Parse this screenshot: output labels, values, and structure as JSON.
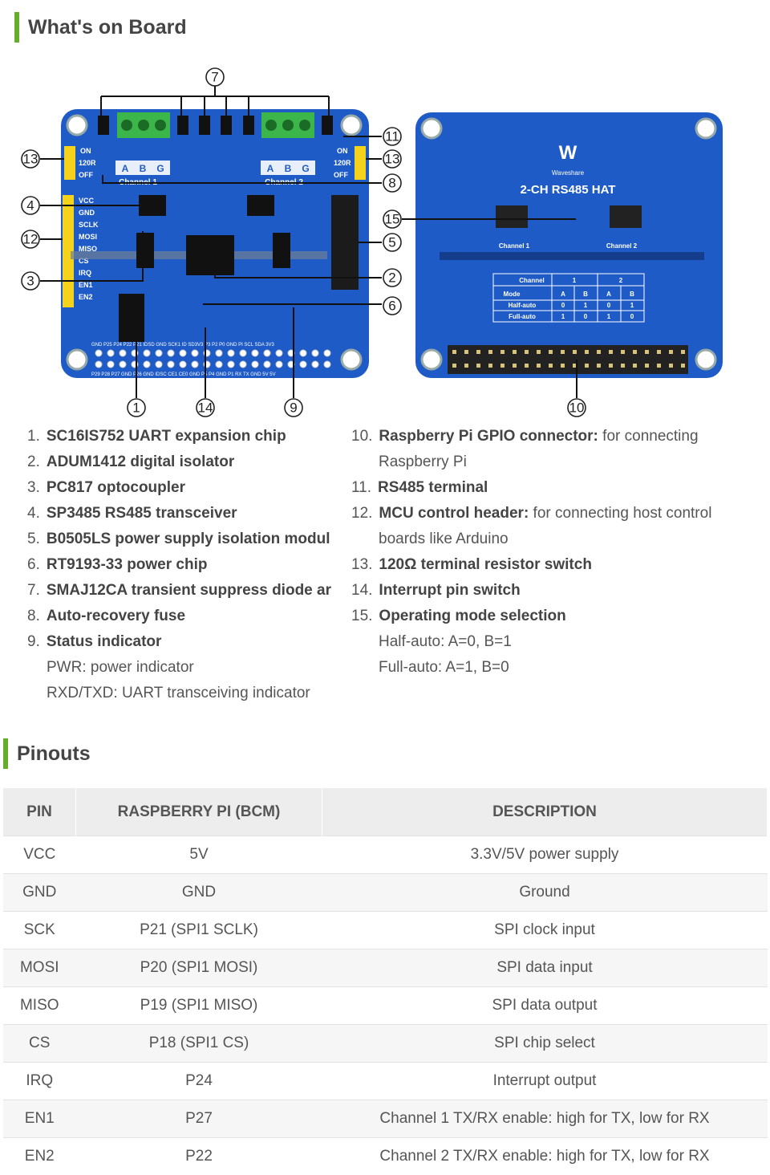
{
  "sections": {
    "board": "What's on Board",
    "pinouts": "Pinouts"
  },
  "board_labels": {
    "on_left": "ON",
    "r_left": "120R",
    "off_left": "OFF",
    "on_right": "ON",
    "r_right": "120R",
    "off_right": "OFF",
    "channel1": "Channel 1",
    "channel2": "Channel 2",
    "abg": [
      "A",
      "B",
      "G"
    ],
    "header_pins": [
      "VCC",
      "GND",
      "SCLK",
      "MOSI",
      "MISO",
      "CS",
      "IRQ",
      "EN1",
      "EN2"
    ],
    "gpio_top": "GND P25 P24 P22 P21 IDSD GND SCK1 ID SD3V3 P3 P2 P0 GND PI SCL SDA 3V3",
    "gpio_bottom": "P29 P28 P27 GND P26 GND IDSC CE1 CE0 GND P5 P4 GND P1 RX TX GND 5V 5V",
    "brand": "Waveshare",
    "hat_title": "2-CH RS485 HAT",
    "back_ch1": "Channel 1",
    "back_ch2": "Channel 2",
    "mode_table": {
      "header": [
        "Channel",
        "1",
        "2"
      ],
      "mode": "Mode",
      "sub": [
        "A",
        "B",
        "A",
        "B"
      ],
      "rows": [
        {
          "label": "Half-auto",
          "vals": [
            "0",
            "1",
            "0",
            "1"
          ]
        },
        {
          "label": "Full-auto",
          "vals": [
            "1",
            "0",
            "1",
            "0"
          ]
        }
      ]
    }
  },
  "callouts": [
    "1",
    "2",
    "3",
    "4",
    "5",
    "6",
    "7",
    "8",
    "9",
    "10",
    "11",
    "12",
    "13",
    "13",
    "14",
    "15"
  ],
  "items_left": [
    {
      "num": "1.",
      "bold": "SC16IS752 UART expansion chip",
      "rest": ""
    },
    {
      "num": "2.",
      "bold": "ADUM1412 digital isolator",
      "rest": ""
    },
    {
      "num": "3.",
      "bold": "PC817 optocoupler",
      "rest": ""
    },
    {
      "num": "4.",
      "bold": "SP3485 RS485 transceiver",
      "rest": ""
    },
    {
      "num": "5.",
      "bold": "B0505LS power supply isolation modul",
      "rest": ""
    },
    {
      "num": "6.",
      "bold": "RT9193-33 power chip",
      "rest": ""
    },
    {
      "num": "7.",
      "bold": "SMAJ12CA transient suppress diode ar",
      "rest": ""
    },
    {
      "num": "8.",
      "bold": "Auto-recovery fuse",
      "rest": ""
    },
    {
      "num": "9.",
      "bold": "Status indicator",
      "rest": ""
    }
  ],
  "items_left_sub": [
    "PWR: power indicator",
    "RXD/TXD: UART transceiving indicator"
  ],
  "items_right": [
    {
      "num": "10.",
      "bold": "Raspberry Pi GPIO connector:",
      "rest": " for connecting",
      "cont": "Raspberry Pi"
    },
    {
      "num": "11.",
      "bold": "RS485 terminal",
      "rest": "",
      "cont": ""
    },
    {
      "num": "12.",
      "bold": "MCU control header:",
      "rest": " for connecting host control",
      "cont": "boards like Arduino"
    },
    {
      "num": "13.",
      "bold": "120Ω terminal resistor switch",
      "rest": "",
      "cont": ""
    },
    {
      "num": "14.",
      "bold": "Interrupt pin switch",
      "rest": "",
      "cont": ""
    },
    {
      "num": "15.",
      "bold": "Operating mode selection",
      "rest": "",
      "cont": ""
    }
  ],
  "items_right_sub": [
    "Half-auto: A=0, B=1",
    "Full-auto: A=1, B=0"
  ],
  "table": {
    "headers": [
      "PIN",
      "RASPBERRY PI (BCM)",
      "DESCRIPTION"
    ],
    "rows": [
      [
        "VCC",
        "5V",
        "3.3V/5V power supply"
      ],
      [
        "GND",
        "GND",
        "Ground"
      ],
      [
        "SCK",
        "P21 (SPI1 SCLK)",
        "SPI clock input"
      ],
      [
        "MOSI",
        "P20 (SPI1 MOSI)",
        "SPI data input"
      ],
      [
        "MISO",
        "P19 (SPI1 MISO)",
        "SPI data output"
      ],
      [
        "CS",
        "P18 (SPI1 CS)",
        "SPI chip select"
      ],
      [
        "IRQ",
        "P24",
        "Interrupt output"
      ],
      [
        "EN1",
        "P27",
        "Channel 1 TX/RX enable: high for TX, low for RX"
      ],
      [
        "EN2",
        "P22",
        "Channel 2 TX/RX enable: high for TX, low for RX"
      ]
    ]
  },
  "colors": {
    "accent": "#66ad2b",
    "board": "#1f5bc6",
    "terminal": "#3cb54a",
    "header": "#f5d21c"
  }
}
